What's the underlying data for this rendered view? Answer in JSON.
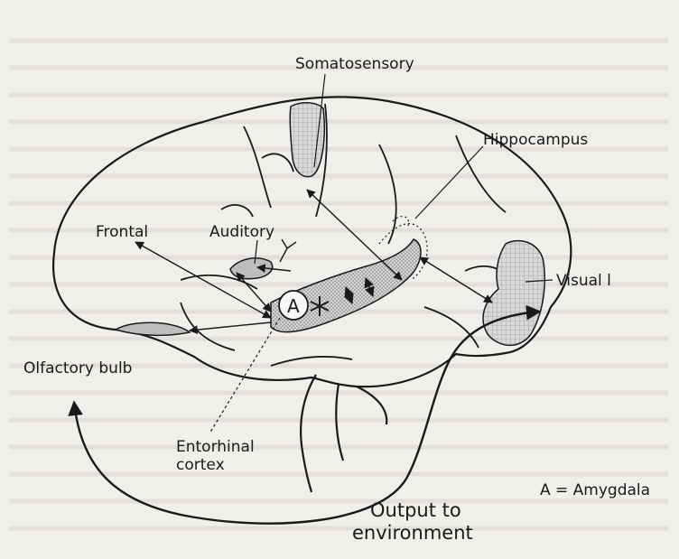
{
  "labels": {
    "somatosensory": "Somatosensory",
    "hippocampus": "Hippocampus",
    "frontal": "Frontal",
    "auditory": "Auditory",
    "visual": "Visual l",
    "amygdala_marker": "A",
    "olfactory": "Olfactory bulb",
    "entorhinal_1": "Entorhinal",
    "entorhinal_2": "cortex",
    "legend": "A = Amygdala",
    "output_1": "Output to",
    "output_2": "environment"
  },
  "colors": {
    "ink": "#1a1a1a",
    "shade": "#bdbdbd",
    "background": "#f1efec"
  }
}
